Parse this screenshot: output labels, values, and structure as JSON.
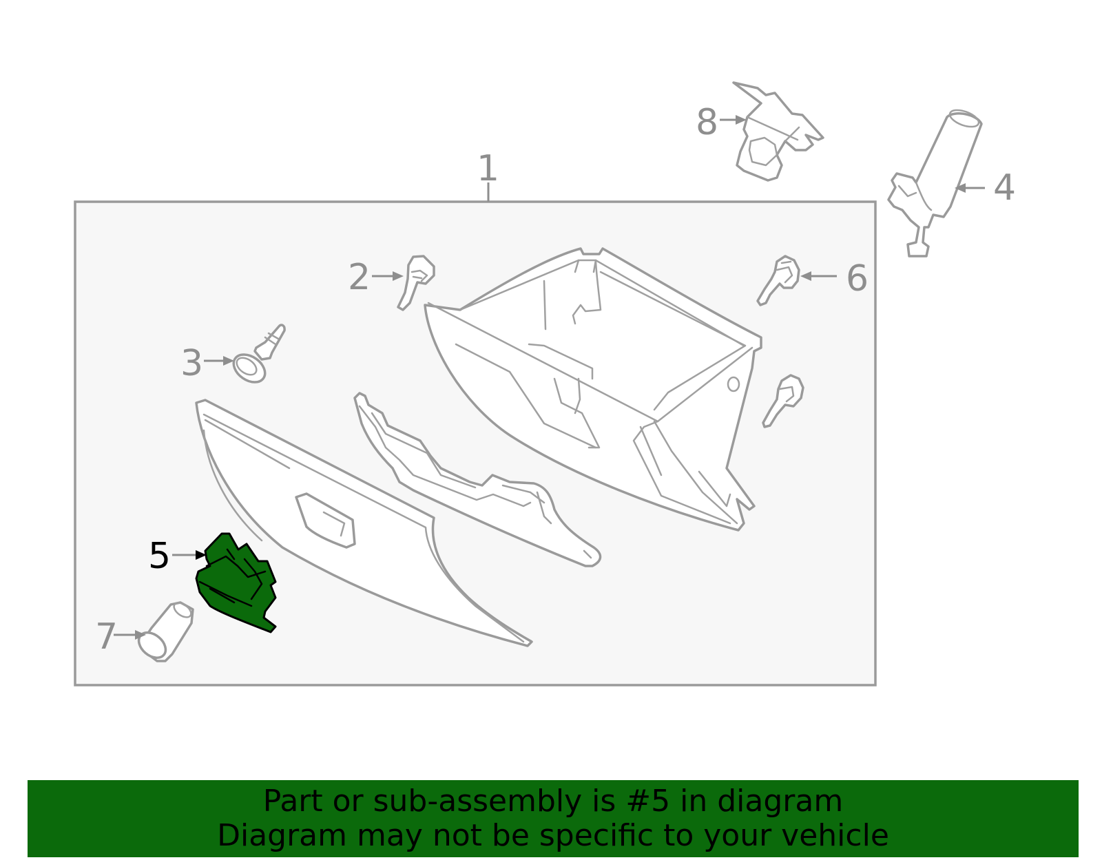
{
  "callouts": {
    "c1": "1",
    "c2": "2",
    "c3": "3",
    "c4": "4",
    "c5": "5",
    "c6": "6",
    "c7": "7",
    "c8": "8"
  },
  "highlighted_part": "5",
  "footer": {
    "line1": "Part or sub-assembly is #5 in diagram",
    "line2": "Diagram may not be specific to your vehicle"
  },
  "colors": {
    "highlight": "#0b6a0b",
    "banner": "#0b6a0b",
    "outline": "#9a9a9a",
    "frame_fill": "#f7f7f7"
  }
}
